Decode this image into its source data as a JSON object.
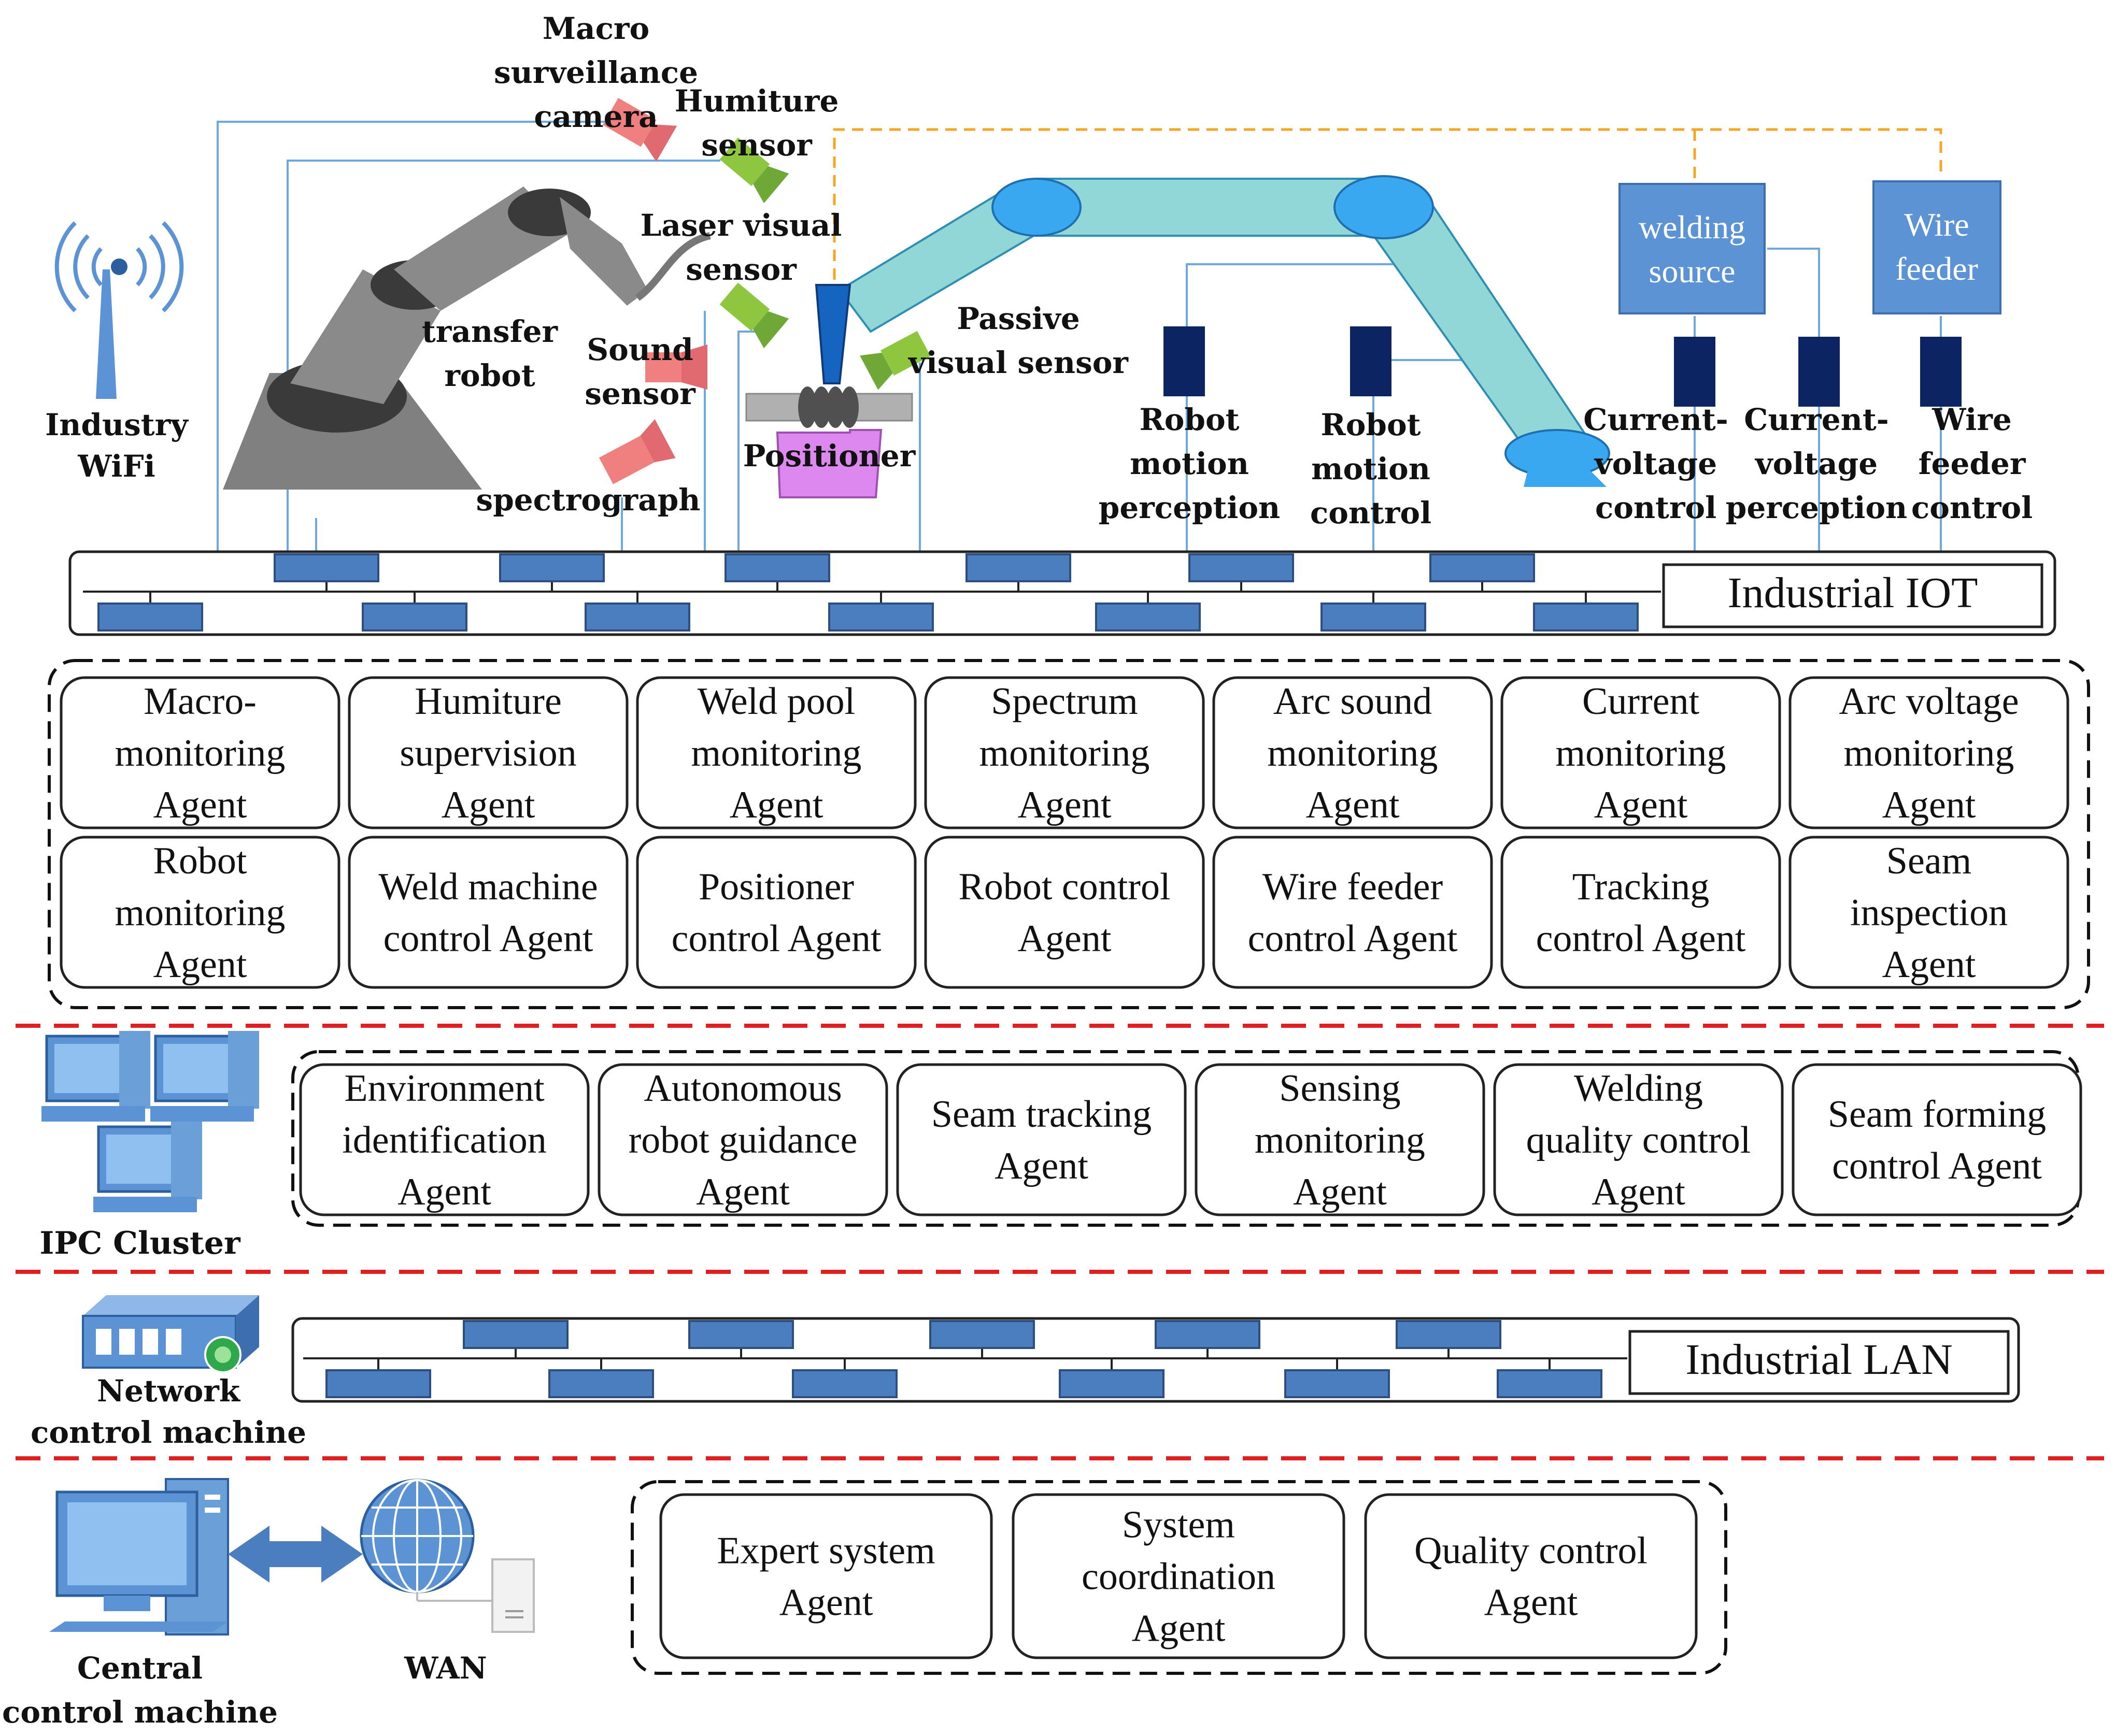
{
  "colors": {
    "node_blue": "#4a7ebe",
    "device_blue": "#5b93d4",
    "sensor_green": "#8ec63f",
    "sensor_red": "#f08080",
    "positioner_violet": "#dd88ee",
    "dark_navy": "#0c2461",
    "robot_teal": "#92d7d8",
    "joint_blue": "#3aa8f0",
    "gray_robot": "#808080",
    "dash_red": "#e02020",
    "dash_orange": "#f5a623",
    "wire_blue": "#6fa8dc"
  },
  "icons": [
    "wifi-antenna-icon",
    "desktop-computer-icon",
    "network-server-icon",
    "globe-icon",
    "server-tower-icon",
    "bidirectional-arrow-icon"
  ],
  "equipment": {
    "industry_wifi": [
      "Industry",
      "WiFi"
    ],
    "macro_camera": [
      "Macro",
      "surveillance",
      "camera"
    ],
    "humiture_sensor": [
      "Humiture",
      "sensor"
    ],
    "laser_visual_sensor": [
      "Laser visual",
      "sensor"
    ],
    "transfer_robot": [
      "transfer",
      "robot"
    ],
    "sound_sensor": [
      "Sound",
      "sensor"
    ],
    "spectrograph": "spectrograph",
    "positioner": "Positioner",
    "passive_visual_sensor": [
      "Passive",
      "visual sensor"
    ],
    "robot_motion_perception": [
      "Robot",
      "motion",
      "perception"
    ],
    "robot_motion_control": [
      "Robot",
      "motion",
      "control"
    ],
    "welding_source": [
      "welding",
      "source"
    ],
    "wire_feeder": [
      "Wire",
      "feeder"
    ],
    "current_voltage_control": [
      "Current-",
      "voltage",
      "control"
    ],
    "current_voltage_perception": [
      "Current-",
      "voltage",
      "perception"
    ],
    "wire_feeder_control": [
      "Wire",
      "feeder",
      "control"
    ]
  },
  "industrial_iot": "Industrial IOT",
  "device_agents": [
    [
      "Macro-",
      "monitoring",
      "Agent"
    ],
    [
      "Humiture",
      "supervision",
      "Agent"
    ],
    [
      "Weld pool",
      "monitoring",
      "Agent"
    ],
    [
      "Spectrum",
      "monitoring",
      "Agent"
    ],
    [
      "Arc sound",
      "monitoring",
      "Agent"
    ],
    [
      "Current",
      "monitoring",
      "Agent"
    ],
    [
      "Arc voltage",
      "monitoring",
      "Agent"
    ],
    [
      "Robot",
      "monitoring",
      "Agent"
    ],
    [
      "Weld machine",
      "control Agent"
    ],
    [
      "Positioner",
      "control Agent"
    ],
    [
      "Robot control",
      "Agent"
    ],
    [
      "Wire feeder",
      "control Agent"
    ],
    [
      "Tracking",
      "control Agent"
    ],
    [
      "Seam",
      "inspection",
      "Agent"
    ]
  ],
  "ipc_cluster_label": "IPC Cluster",
  "ipc_agents": [
    [
      "Environment",
      "identification",
      "Agent"
    ],
    [
      "Autonomous",
      "robot guidance",
      "Agent"
    ],
    [
      "Seam tracking",
      "Agent"
    ],
    [
      "Sensing",
      "monitoring",
      "Agent"
    ],
    [
      "Welding",
      "quality control",
      "Agent"
    ],
    [
      "Seam forming",
      "control Agent"
    ]
  ],
  "network_control_machine": [
    "Network",
    "control machine"
  ],
  "industrial_lan": "Industrial LAN",
  "central_control_machine": [
    "Central",
    "control machine"
  ],
  "wan": "WAN",
  "central_agents": [
    [
      "Expert system",
      "Agent"
    ],
    [
      "System",
      "coordination",
      "Agent"
    ],
    [
      "Quality control",
      "Agent"
    ]
  ]
}
